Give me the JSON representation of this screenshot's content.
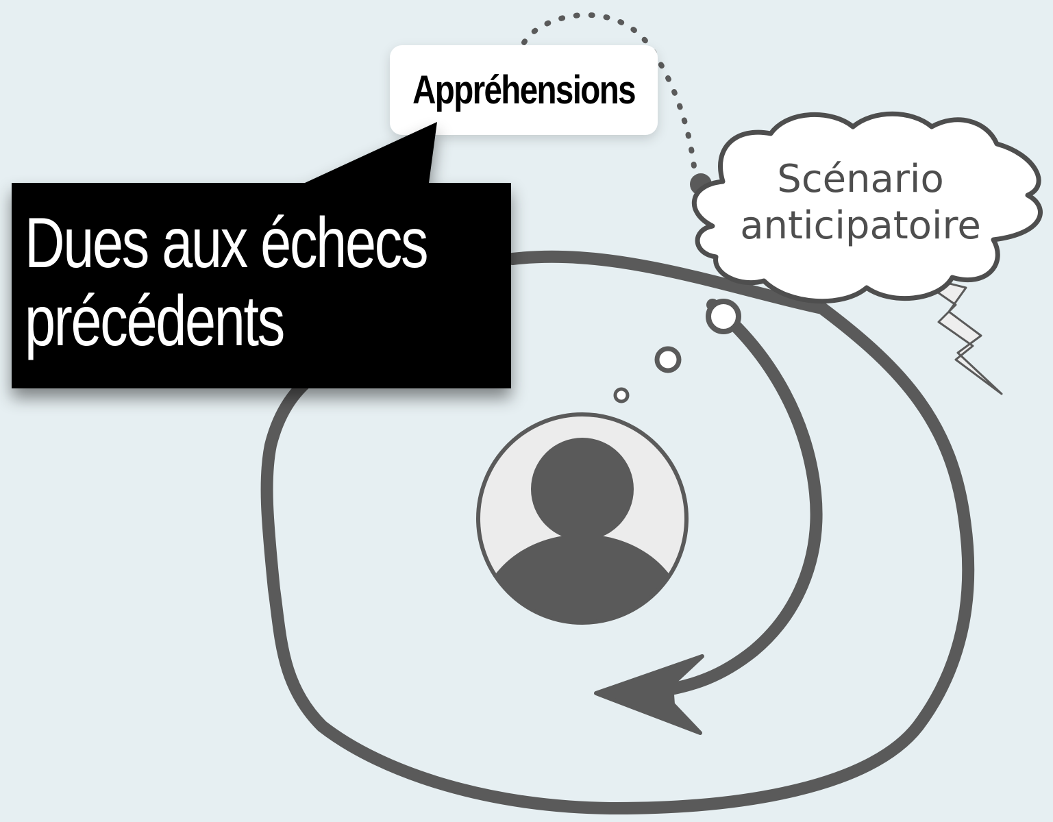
{
  "label": "Appréhensions",
  "callout": {
    "line1": "Dues aux échecs",
    "line2": "précédents"
  },
  "cloud": {
    "line1": "Scénario",
    "line2": "anticipatoire"
  },
  "colors": {
    "background": "#e6eff2",
    "stroke": "#5a5a5a",
    "callout_fill": "#000000",
    "callout_text": "#ffffff",
    "label_box": "#ffffff",
    "avatar_bg": "#ececec"
  },
  "icons": [
    "person-avatar-icon",
    "lightning-bolt-icon",
    "thought-bubble-dots",
    "cycle-arrow"
  ]
}
